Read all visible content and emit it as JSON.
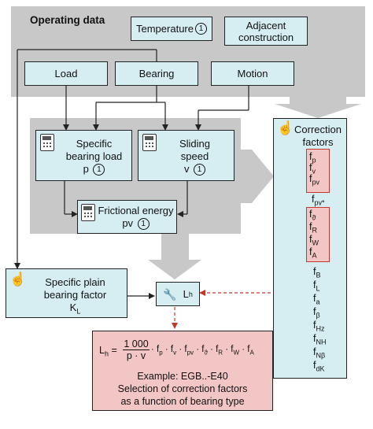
{
  "title": "Operating data",
  "boxes": {
    "temperature": "Temperature",
    "temperature_ref": "1",
    "adjacent": "Adjacent construction",
    "load": "Load",
    "bearing": "Bearing",
    "motion": "Motion",
    "specific_load_line1": "Specific",
    "specific_load_line2": "bearing load",
    "specific_load_symbol": "p",
    "specific_load_ref": "1",
    "sliding_line1": "Sliding",
    "sliding_line2": "speed",
    "sliding_symbol": "v",
    "sliding_ref": "1",
    "frictional_line1": "Frictional energy",
    "frictional_symbol": "pv",
    "frictional_ref": "1",
    "plain_factor_line1": "Specific plain",
    "plain_factor_line2": "bearing factor",
    "plain_factor_symbol": "K",
    "plain_factor_sub": "L",
    "lh_symbol": "L",
    "lh_sub": "h"
  },
  "correction": {
    "title_line1": "Correction",
    "title_line2": "factors",
    "group1": [
      [
        "f",
        "p"
      ],
      [
        "f",
        "v"
      ],
      [
        "f",
        "pv"
      ]
    ],
    "single": [
      "f",
      "pv*"
    ],
    "group2": [
      [
        "f",
        "ϑ"
      ],
      [
        "f",
        "R"
      ],
      [
        "f",
        "W"
      ],
      [
        "f",
        "A"
      ]
    ],
    "others": [
      [
        "f",
        "B"
      ],
      [
        "f",
        "L"
      ],
      [
        "f",
        "a"
      ],
      [
        "f",
        "β"
      ],
      [
        "f",
        "Hz"
      ],
      [
        "f",
        "NH"
      ],
      [
        "f",
        "Nβ"
      ],
      [
        "f",
        "dK"
      ]
    ]
  },
  "formula": {
    "lhs": "L",
    "lhs_sub": "h",
    "numerator": "1 000",
    "denominator": "p · v",
    "factors": [
      [
        "f",
        "p"
      ],
      [
        "f",
        "v"
      ],
      [
        "f",
        "pv"
      ],
      [
        "f",
        "ϑ"
      ],
      [
        "f",
        "R"
      ],
      [
        "f",
        "W"
      ],
      [
        "f",
        "A"
      ]
    ],
    "example": "Example: EGB..-E40",
    "line2": "Selection of correction factors",
    "line3": "as a function of bearing type"
  },
  "colors": {
    "gray_area": "#c8c8c8",
    "box_fill": "#d6eef1",
    "red_fill": "#f2c6c4",
    "red_line": "#c0392b"
  }
}
